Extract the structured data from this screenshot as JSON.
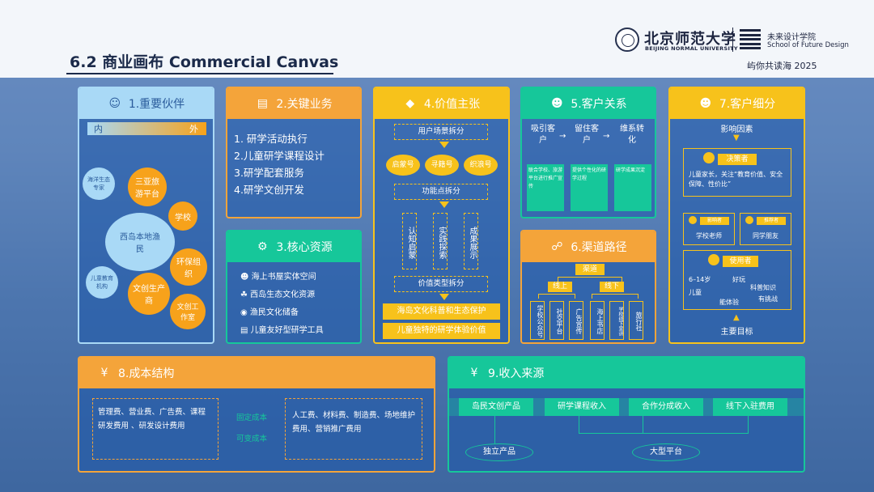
{
  "header": {
    "title": "6.2 商业画布  Commercial Canvas",
    "univ_cn": "北京师范大学",
    "univ_en": "BEIJING NORMAL UNIVERSITY",
    "school_cn": "未来设计学院",
    "school_en": "School of Future Design",
    "year": "屿你共读海 2025"
  },
  "partners": {
    "title": "1.重要伙伴",
    "inner": "内",
    "outer": "外",
    "items": [
      "海洋生态专家",
      "三亚旅游平台",
      "学校",
      "西岛本地渔民",
      "环保组织",
      "儿童教育机构",
      "文创生产商",
      "文创工作室"
    ]
  },
  "activities": {
    "title": "2.关键业务",
    "items": [
      "1. 研学活动执行",
      "2.儿童研学课程设计",
      "3.研学配套服务",
      "4.研学文创开发"
    ]
  },
  "resources": {
    "title": "3.核心资源",
    "items": [
      "海上书屋实体空间",
      "西岛生态文化资源",
      "渔民文化储备",
      "儿童友好型研学工具"
    ]
  },
  "value": {
    "title": "4.价值主张",
    "scene": "用户场景拆分",
    "badges": [
      "启蒙号",
      "寻籍号",
      "织浪号"
    ],
    "split": "功能点拆分",
    "cols": [
      "认知启蒙",
      "实践探索",
      "成果展示"
    ],
    "type": "价值类型拆分",
    "bars": [
      "海岛文化科普和生态保护",
      "儿童独特的研学体验价值"
    ]
  },
  "relations": {
    "title": "5.客户关系",
    "steps": [
      "吸引客户",
      "留住客户",
      "维系转化"
    ],
    "details": [
      "联合学校、旅游平台进行推广宣传",
      "提供个性化的研学过程",
      "研学成果沉淀"
    ]
  },
  "channels": {
    "title": "6.渠道路径",
    "root": "渠道",
    "online": "线上",
    "offline": "线下",
    "leaves": [
      "学校公众号",
      "社交平台",
      "广告宣传",
      "海上书店",
      "学校线下宣讲",
      "旅行社"
    ]
  },
  "segments": {
    "title": "7.客户细分",
    "factor": "影响因素",
    "decider": "决策者",
    "decider_desc": "儿童家长，关注“教育价值、安全保障、性价比”",
    "infl1": "影响者",
    "infl2": "推荐者",
    "teacher": "学校老师",
    "friend": "同学朋友",
    "user": "使用者",
    "tags": [
      "6–14岁",
      "好玩",
      "儿童",
      "科普知识",
      "能体验",
      "有挑战"
    ],
    "goal": "主要目标"
  },
  "cost": {
    "title": "8.成本结构",
    "left": "管理费、营业费、广告费、课程研发费用 、研发设计费用",
    "mid1": "固定成本",
    "mid2": "可变成本",
    "right": "人工费、材料费、制造费、场地维护费用、营销推广费用"
  },
  "revenue": {
    "title": "9.收入来源",
    "items": [
      "岛民文创产品",
      "研学课程收入",
      "合作分成收入",
      "线下入驻费用"
    ],
    "out1": "独立产品",
    "out2": "大型平台"
  }
}
